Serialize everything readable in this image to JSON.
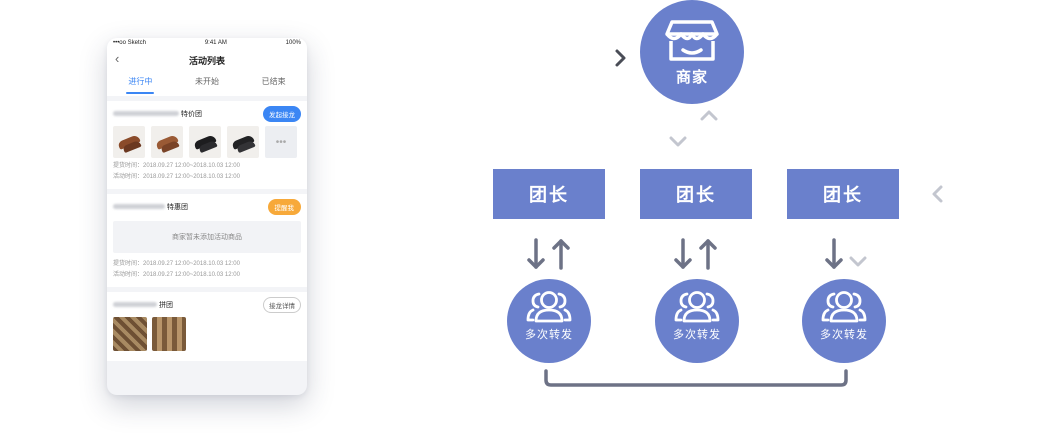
{
  "phone": {
    "status": {
      "carrier": "•••oo Sketch",
      "time": "9:41 AM",
      "battery": "100%"
    },
    "nav": {
      "back_icon": "chevron-left-icon",
      "title": "活动列表"
    },
    "tabs": [
      {
        "label": "进行中",
        "active": true
      },
      {
        "label": "未开始",
        "active": false
      },
      {
        "label": "已结束",
        "active": false
      }
    ],
    "cards": [
      {
        "group_type": "特价团",
        "action": "发起接龙",
        "action_color": "#3b86f4",
        "delivery_time": "提货时间：2018.09.27 12:00~2018.10.03 12:00",
        "activity_time": "活动时间：2018.09.27 12:00~2018.10.03 12:00"
      },
      {
        "group_type": "特惠团",
        "action": "提醒我",
        "action_color": "#f7a93a",
        "empty_text": "商家暂未添加活动商品",
        "delivery_time": "提货时间：2018.09.27 12:00~2018.10.03 12:00",
        "activity_time": "活动时间：2018.09.27 12:00~2018.10.03 12:00"
      },
      {
        "group_type": "拼团",
        "action": "接龙详情"
      }
    ]
  },
  "diagram": {
    "merchant": {
      "label": "商家",
      "icon": "store-icon"
    },
    "leaders": [
      {
        "label": "团长"
      },
      {
        "label": "团长"
      },
      {
        "label": "团长"
      }
    ],
    "members": [
      {
        "label": "多次转发",
        "icon": "people-icon"
      },
      {
        "label": "多次转发",
        "icon": "people-icon"
      },
      {
        "label": "多次转发",
        "icon": "people-icon"
      }
    ],
    "colors": {
      "node": "#6a80cc",
      "arrow": "#6d7286",
      "chevron_light": "#c3c6cf",
      "accent_blue": "#3b86f4",
      "accent_orange": "#f7a93a"
    }
  }
}
